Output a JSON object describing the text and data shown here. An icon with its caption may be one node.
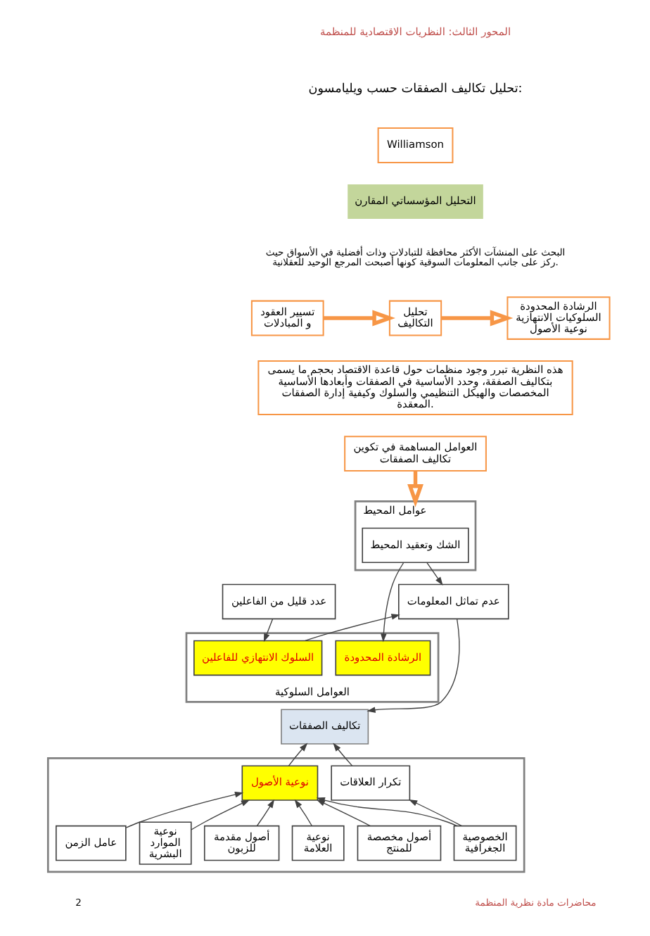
{
  "diagram": {
    "nodes": [
      {
        "text": [
          "Williamson"
        ]
      },
      {
        "text": [
          "تسيير العقود و المبادلات"
        ]
      },
      {
        "text": [
          "تحليل التكاليف"
        ]
      },
      {
        "text": [
          "الرشادة المحدودة",
          "السلوكيات الانتهازية",
          "نوعية الأصول"
        ]
      },
      {
        "text": [
          "هذه النظرية تبرر وجود منظمات حول قاعدة الاقتصاد بحجم ما يسمى بتكاليف الصفقة، وحدد الأساسية في الصفقات وأبعادها الأساسية المخصصات والهيكل التنظيمي والسلوك وكيفية إدارة الصفقات المعقدة."
        ]
      },
      {
        "text": [
          "العوامل المساهمة في تكوين تكاليف الصفقات"
        ]
      },
      {
        "text": [
          "عوامل المحيط"
        ]
      },
      {
        "text": [
          "الشك وتعقيد المحيط"
        ],
        "in": 6
      },
      {
        "text": [
          "عدد قليل من الفاعلين"
        ]
      },
      {
        "text": [
          "عدم تماثل المعلومات"
        ]
      },
      {
        "text": [
          "العوامل السلوكية"
        ]
      },
      {
        "text": [
          "السلوك الانتهازي للفاعلين"
        ],
        "in": 10
      },
      {
        "text": [
          "الرشادة المحدودة"
        ],
        "in": 10
      },
      {
        "text": [
          "تكاليف الصفقات"
        ]
      },
      {
        "text": [],
        "shape": "box"
      },
      {
        "text": [
          "نوعية الأصول"
        ],
        "in": 14
      },
      {
        "text": [
          "تكرار العلاقات"
        ],
        "in": 14
      },
      {
        "text": [
          "عامل الزمن"
        ],
        "in": 14
      },
      {
        "text": [
          "نوعية الموارد البشرية"
        ],
        "in": 14
      },
      {
        "text": [
          "أصول مقدمة للزبون"
        ],
        "in": 14
      },
      {
        "text": [
          "نوعية العلامة"
        ],
        "in": 14
      },
      {
        "text": [
          "أصول مخصصة للمنتج"
        ],
        "in": 14
      },
      {
        "text": [
          "الخصوصية الجغرافية"
        ],
        "in": 14
      }
    ],
    "edges": [
      {
        "from": 1,
        "to": 2,
        "arrow": "to",
        "style": "thick",
        "color": "#f79646"
      },
      {
        "from": 2,
        "to": 3,
        "arrow": "to",
        "style": "thick",
        "color": "#f79646"
      },
      {
        "from": 5,
        "to": 6,
        "arrow": "to",
        "style": "thick",
        "color": "#f79646"
      },
      {
        "from": 7,
        "to": 9,
        "arrow": "to"
      },
      {
        "from": 7,
        "to": 12,
        "arrow": "to"
      },
      {
        "from": 8,
        "to": 11,
        "arrow": "to"
      },
      {
        "from": 11,
        "to": 9,
        "arrow": "to"
      },
      {
        "from": 9,
        "to": 13,
        "arrow": "to"
      },
      {
        "from": 15,
        "to": 13,
        "arrow": "to"
      },
      {
        "from": 16,
        "to": 13,
        "arrow": "to"
      },
      {
        "from": 17,
        "to": 15,
        "arrow": "to"
      },
      {
        "from": 18,
        "to": 15,
        "arrow": "to"
      },
      {
        "from": 19,
        "to": 15,
        "arrow": "to"
      },
      {
        "from": 20,
        "to": 15,
        "arrow": "to"
      },
      {
        "from": 21,
        "to": 15,
        "arrow": "to"
      },
      {
        "from": 22,
        "to": 15,
        "arrow": "to"
      },
      {
        "from": 22,
        "to": 16,
        "arrow": "to"
      }
    ],
    "labels": [
      "المحور الثالث: النظريات الاقتصادية للمنظمة",
      "تحليل تكاليف الصفقات حسب ويليامسون:",
      "التحليل المؤسساتي المقارن",
      "البحث على المنشآت الأكثر محافظة للتبادلات وذات أفضلية في الأسواق حيث ركز على جانب المعلومات السوقية كونها أصبحت المرجع الوحيد للعقلانية.",
      "2",
      "محاضرات مادة نظرية المنظمة"
    ]
  }
}
